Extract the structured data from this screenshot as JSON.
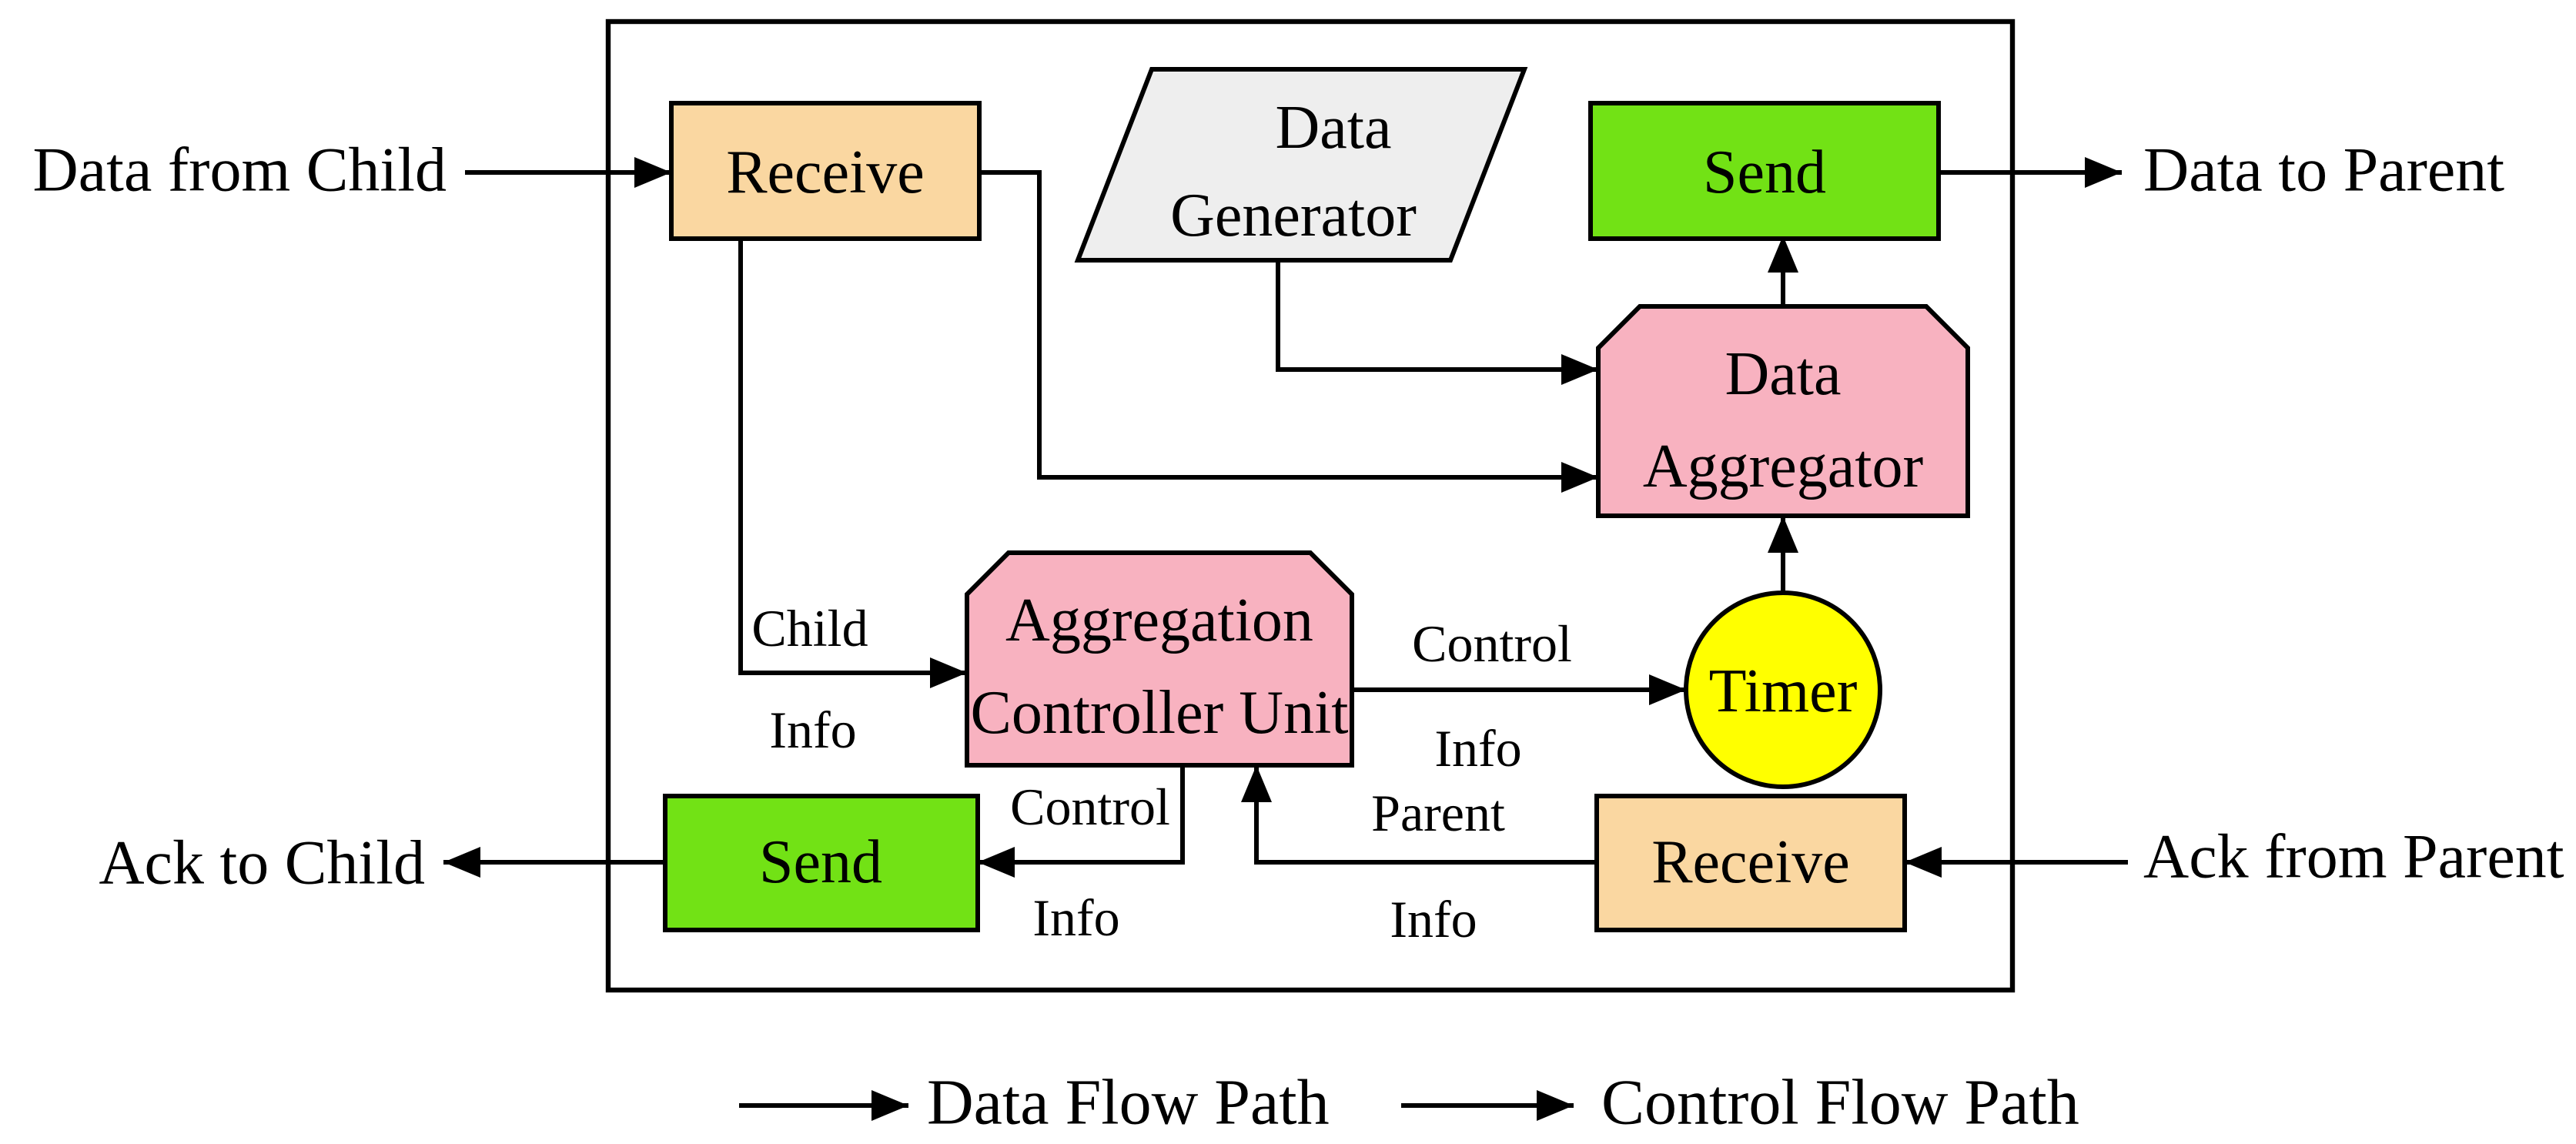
{
  "diagram": {
    "title_hint": "Data aggregation node block diagram",
    "colors": {
      "background": "#FFFFFF",
      "line": "#000000",
      "receive_fill": "#FAD7A1",
      "send_fill": "#72E215",
      "pink_fill": "#F8B2C0",
      "timer_fill": "#FFFF00",
      "generator_fill": "#EEEEEE"
    },
    "external_labels": {
      "data_from_child": "Data from Child",
      "data_to_parent": "Data to Parent",
      "ack_to_child": "Ack to Child",
      "ack_from_parent": "Ack from Parent"
    },
    "nodes": {
      "receive_top": {
        "label": "Receive",
        "fill": "#FAD7A1"
      },
      "data_generator": {
        "label_line1": "Data",
        "label_line2": "Generator",
        "fill": "#EEEEEE"
      },
      "send_top": {
        "label": "Send",
        "fill": "#72E215"
      },
      "data_aggregator": {
        "label_line1": "Data",
        "label_line2": "Aggregator",
        "fill": "#F8B2C0"
      },
      "aggregation_controller_unit": {
        "label_line1": "Aggregation",
        "label_line2": "Controller Unit",
        "fill": "#F8B2C0"
      },
      "timer": {
        "label": "Timer",
        "fill": "#FFFF00"
      },
      "send_bottom": {
        "label": "Send",
        "fill": "#72E215"
      },
      "receive_bottom": {
        "label": "Receive",
        "fill": "#FAD7A1"
      }
    },
    "edge_labels": {
      "child_info": {
        "top": "Child",
        "bottom": "Info"
      },
      "control_info_timer": {
        "top": "Control",
        "bottom": "Info"
      },
      "control_info_send": {
        "top": "Control",
        "bottom": "Info"
      },
      "parent_info": {
        "top": "Parent",
        "bottom": "Info"
      }
    },
    "legend": {
      "data_flow_label": "Data Flow Path",
      "control_flow_label": "Control Flow Path"
    }
  }
}
